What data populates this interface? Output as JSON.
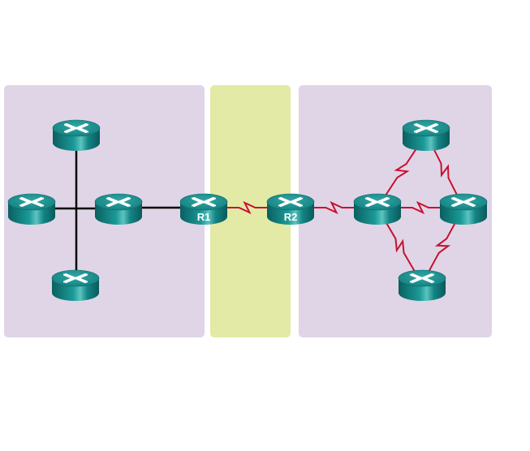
{
  "colors": {
    "area": "#e0d5e7",
    "transit": "#e3eaa6",
    "ethernet": "#000000",
    "serial": "#c8102e",
    "router_top": "#1f8f8f",
    "router_side": "#0e6e6e"
  },
  "routers": [
    {
      "id": "left-top",
      "label": ""
    },
    {
      "id": "left-far",
      "label": ""
    },
    {
      "id": "left-hub",
      "label": ""
    },
    {
      "id": "left-bottom",
      "label": ""
    },
    {
      "id": "r1",
      "label": "R1"
    },
    {
      "id": "r2",
      "label": "R2"
    },
    {
      "id": "ring-left",
      "label": ""
    },
    {
      "id": "ring-top",
      "label": ""
    },
    {
      "id": "ring-right",
      "label": ""
    },
    {
      "id": "ring-bottom",
      "label": ""
    }
  ],
  "links": [
    {
      "from": "left-hub",
      "to": "r1",
      "type": "ethernet"
    },
    {
      "from": "r1",
      "to": "r2",
      "type": "serial"
    },
    {
      "from": "r2",
      "to": "ring-left",
      "type": "serial"
    },
    {
      "from": "ring-left",
      "to": "ring-top",
      "type": "serial"
    },
    {
      "from": "ring-top",
      "to": "ring-right",
      "type": "serial"
    },
    {
      "from": "ring-left",
      "to": "ring-right",
      "type": "serial"
    },
    {
      "from": "ring-left",
      "to": "ring-bottom",
      "type": "serial"
    },
    {
      "from": "ring-bottom",
      "to": "ring-right",
      "type": "serial"
    }
  ]
}
